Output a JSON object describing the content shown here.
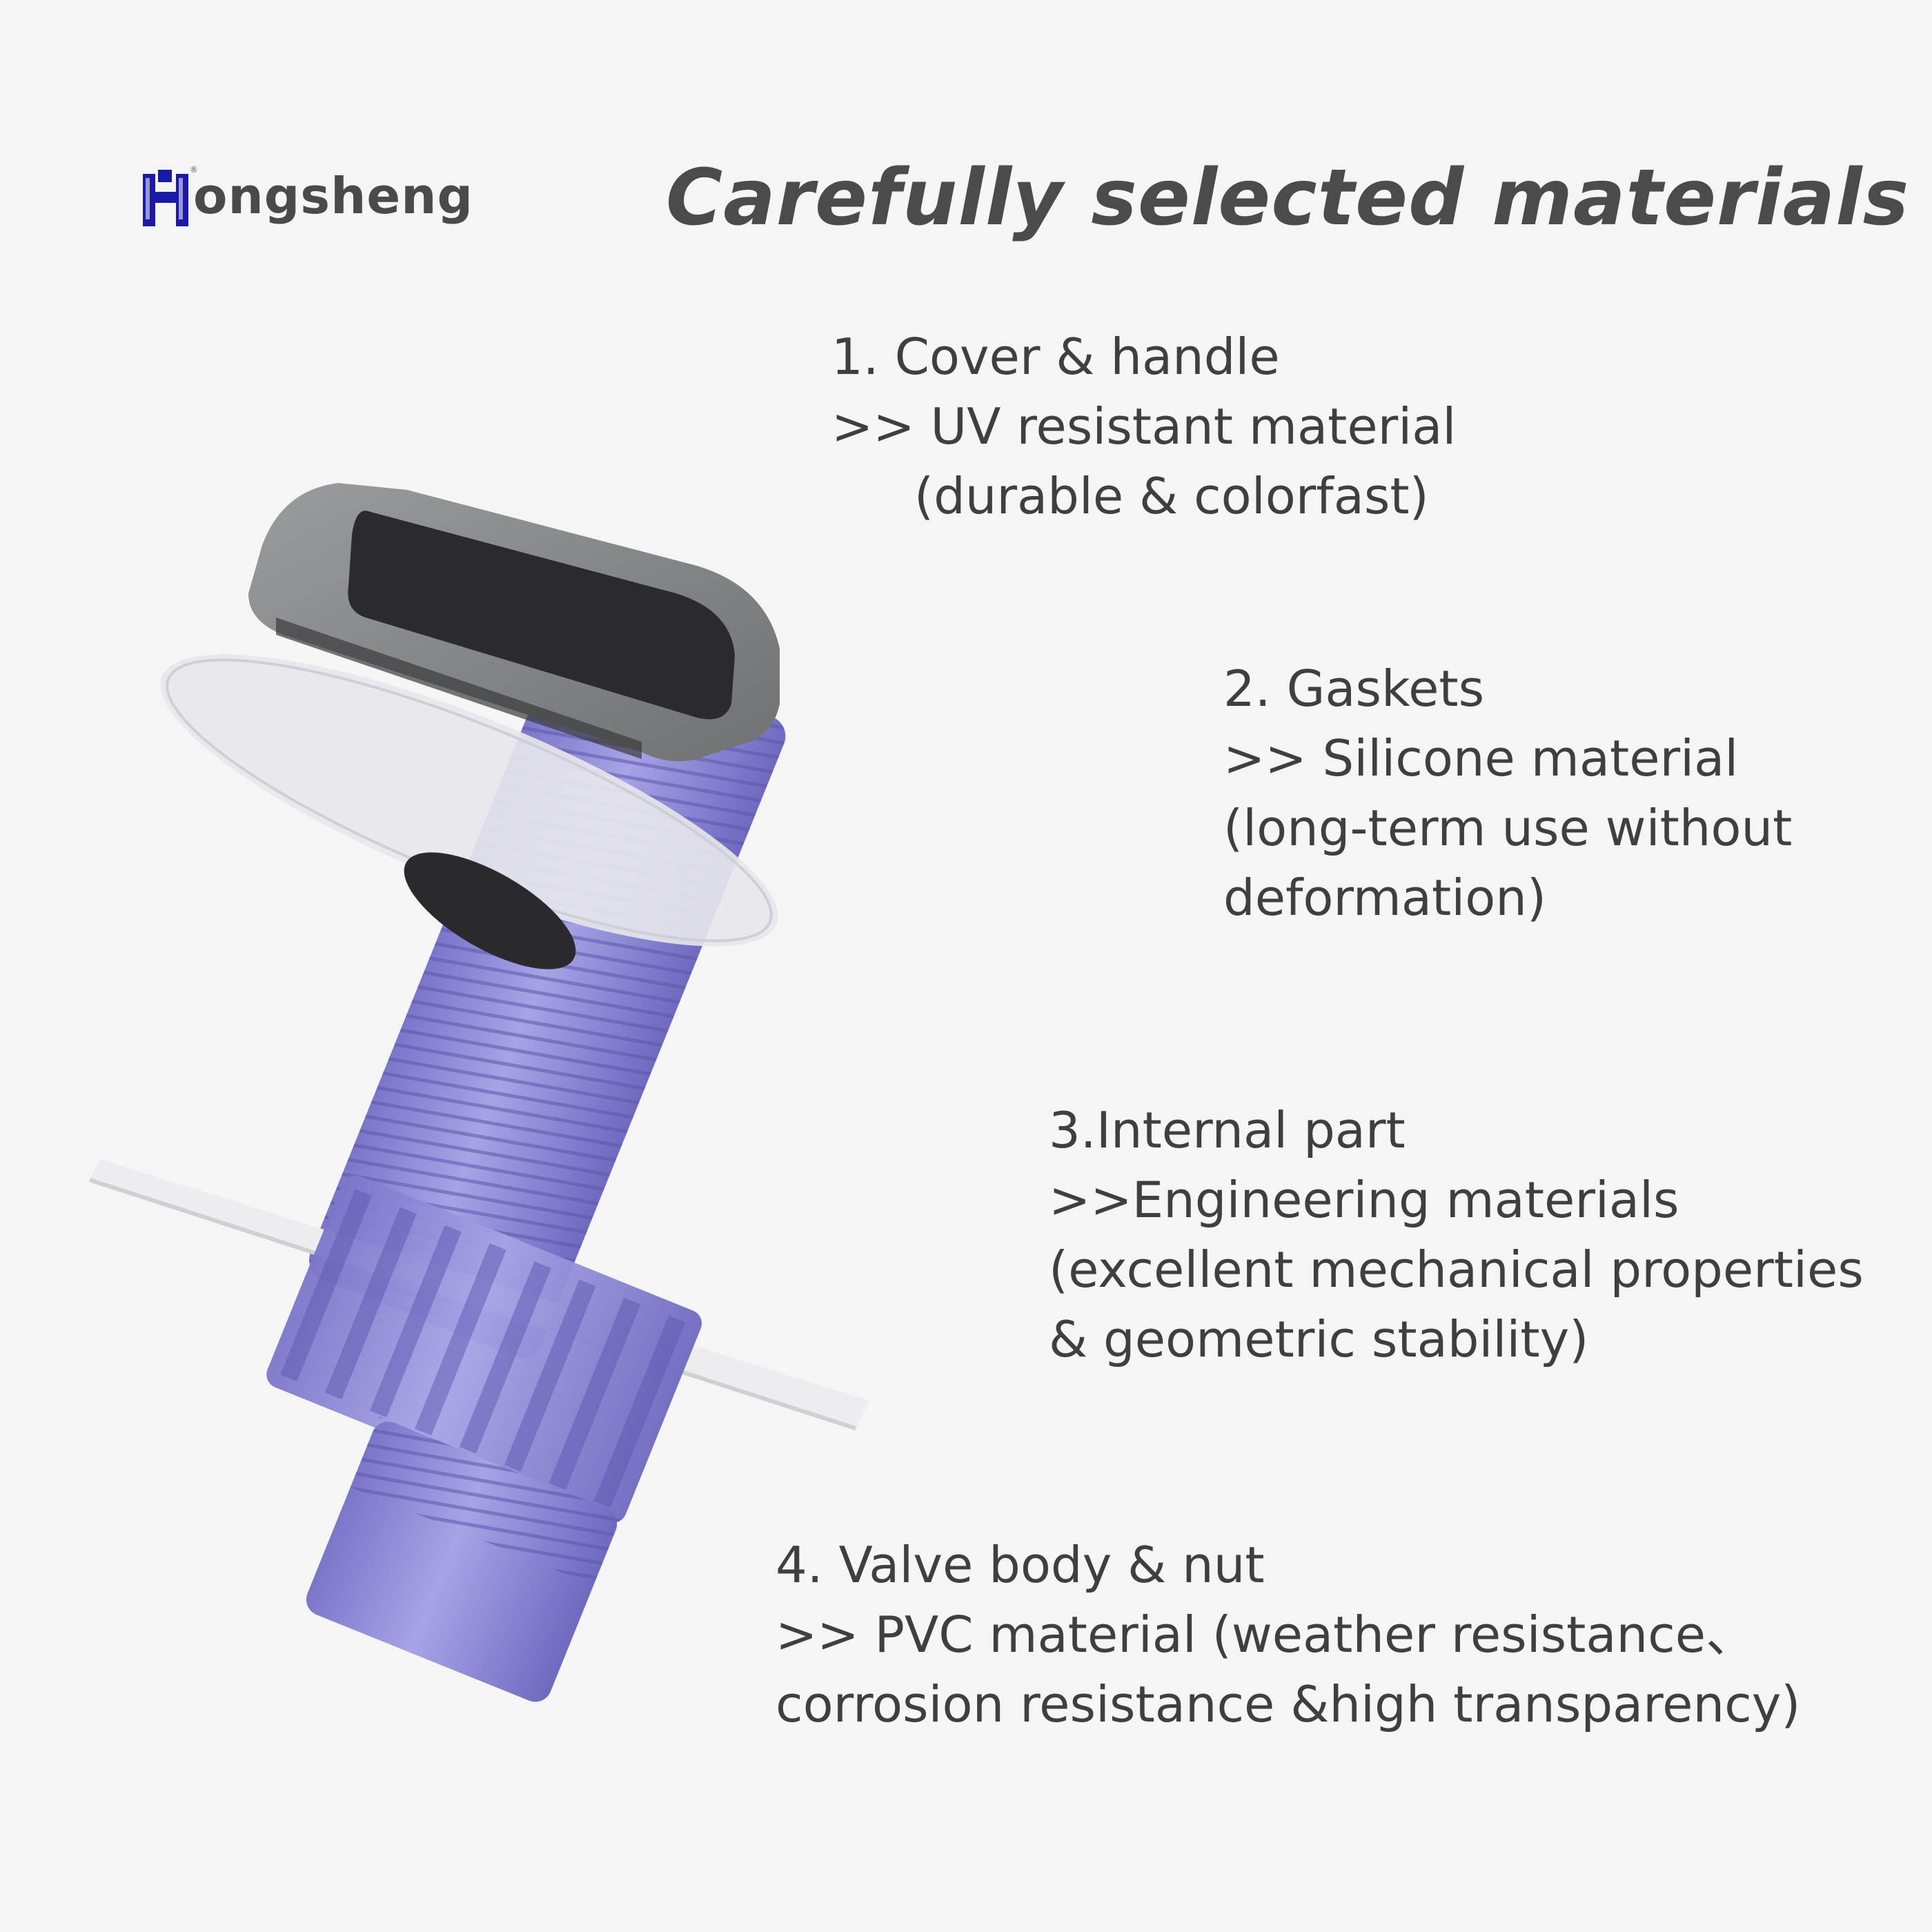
{
  "brand": {
    "logo_text": "Hongsheng",
    "logo_word_after_mark": "ongsheng",
    "registered_mark": "®",
    "logo_color": "#1a1aa6"
  },
  "headline": "Carefully selected materials",
  "callouts": [
    {
      "heading": "1. Cover & handle",
      "lines": [
        ">> UV resistant material",
        "(durable & colorfast)"
      ]
    },
    {
      "heading": "2. Gaskets",
      "lines": [
        ">> Silicone material",
        "(long-term use without",
        "deformation)"
      ]
    },
    {
      "heading": "3.Internal part",
      "lines": [
        ">>Engineering materials",
        "(excellent mechanical properties",
        "& geometric stability)"
      ]
    },
    {
      "heading": "4. Valve body & nut",
      "lines": [
        ">> PVC material (weather resistance、",
        "corrosion resistance &high transparency)"
      ]
    }
  ],
  "colors": {
    "background": "#f5f5f6",
    "text": "#3f3f3f",
    "pvc_body": "#8f8ad6",
    "cover_grey": "#8c8d8e",
    "handle_black": "#2b2b2d",
    "gasket": "#e8e8ec"
  }
}
